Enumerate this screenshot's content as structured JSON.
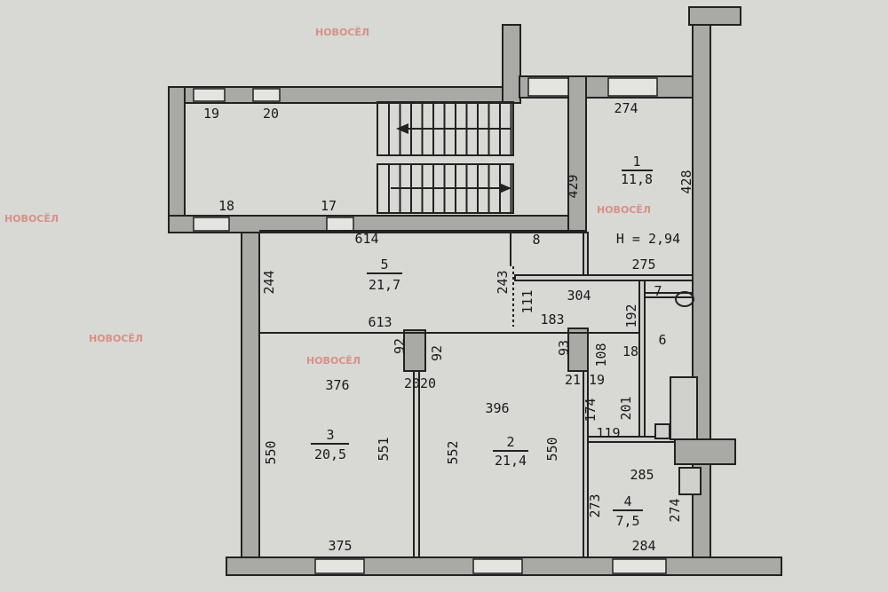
{
  "watermark": "НОВОСЁЛ",
  "corridor": {
    "windows": [
      "19",
      "20",
      "18",
      "17"
    ]
  },
  "rooms": [
    {
      "number": "1",
      "area": "11,8"
    },
    {
      "number": "2",
      "area": "21,4"
    },
    {
      "number": "3",
      "area": "20,5"
    },
    {
      "number": "4",
      "area": "7,5"
    },
    {
      "number": "5",
      "area": "21,7"
    },
    {
      "number": "6"
    },
    {
      "number": "7"
    },
    {
      "number": "8"
    }
  ],
  "ceiling_height": "H = 2,94",
  "dimensions": {
    "r1_top": "274",
    "r1_left": "429",
    "r1_right": "428",
    "r1_bottom": "275",
    "r5_top": "614",
    "r5_left": "244",
    "r5_right": "243",
    "r5_bottom": "613",
    "hall_top": "304",
    "hall_left": "111",
    "hall_bottom": "183",
    "hall_192": "192",
    "hall_18": "18",
    "col_93": "93",
    "col_108": "108",
    "d21": "21",
    "d19": "19",
    "d174": "174",
    "d201": "201",
    "d119": "119",
    "r3_top": "376",
    "r3_left": "550",
    "r3_right": "551",
    "r3_bottom": "375",
    "col_92a": "92",
    "col_92b": "92",
    "d2020": "2020",
    "r2_top": "396",
    "r2_left": "552",
    "r2_right": "550",
    "r4_top": "285",
    "r4_left": "273",
    "r4_right": "274",
    "r4_bottom": "284"
  }
}
